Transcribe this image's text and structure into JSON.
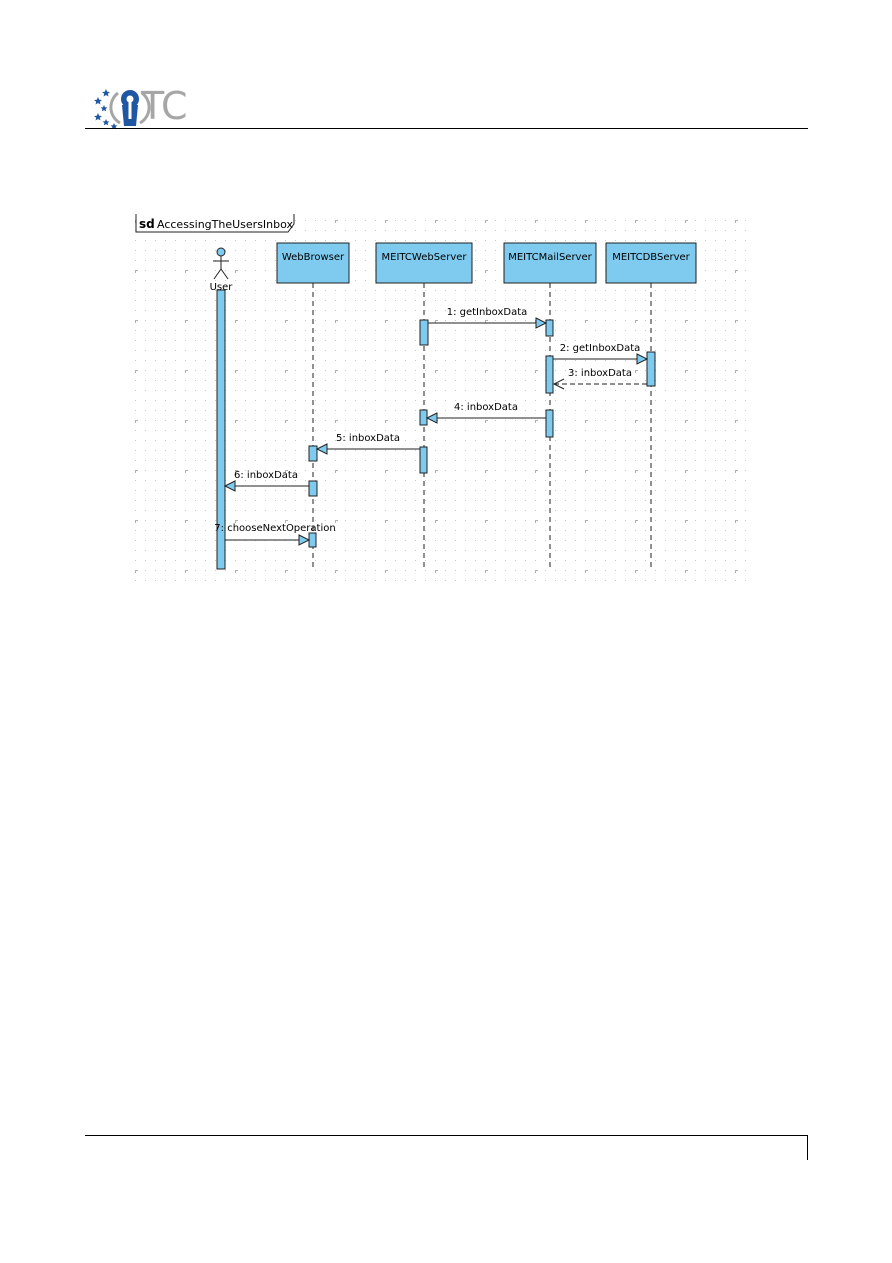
{
  "header": {
    "logo_text": "TC"
  },
  "diagram": {
    "frame_keyword": "sd",
    "frame_name": "AccessingTheUsersInbox",
    "actor": {
      "name": "User"
    },
    "lifelines": [
      {
        "id": "webbrowser",
        "name": "WebBrowser"
      },
      {
        "id": "webserver",
        "name": "MEITCWebServer"
      },
      {
        "id": "mailserver",
        "name": "MEITCMailServer"
      },
      {
        "id": "dbserver",
        "name": "MEITCDBServer"
      }
    ],
    "messages": [
      {
        "label": "1: getInboxData",
        "from": "webserver",
        "to": "mailserver",
        "kind": "sync"
      },
      {
        "label": "2: getInboxData",
        "from": "mailserver",
        "to": "dbserver",
        "kind": "sync"
      },
      {
        "label": "3: inboxData",
        "from": "dbserver",
        "to": "mailserver",
        "kind": "return"
      },
      {
        "label": "4: inboxData",
        "from": "mailserver",
        "to": "webserver",
        "kind": "sync"
      },
      {
        "label": "5: inboxData",
        "from": "webserver",
        "to": "webbrowser",
        "kind": "sync"
      },
      {
        "label": "6: inboxData",
        "from": "webbrowser",
        "to": "user",
        "kind": "sync"
      },
      {
        "label": "7: chooseNextOperation",
        "from": "user",
        "to": "webbrowser",
        "kind": "sync"
      }
    ],
    "colors": {
      "box_fill": "#7fcbef",
      "activation_fill": "#7fcbef",
      "stroke": "#222222",
      "grid_dot": "#c8c8c8",
      "logo_blue": "#1f57a3",
      "logo_gray": "#a6a6a6"
    }
  }
}
